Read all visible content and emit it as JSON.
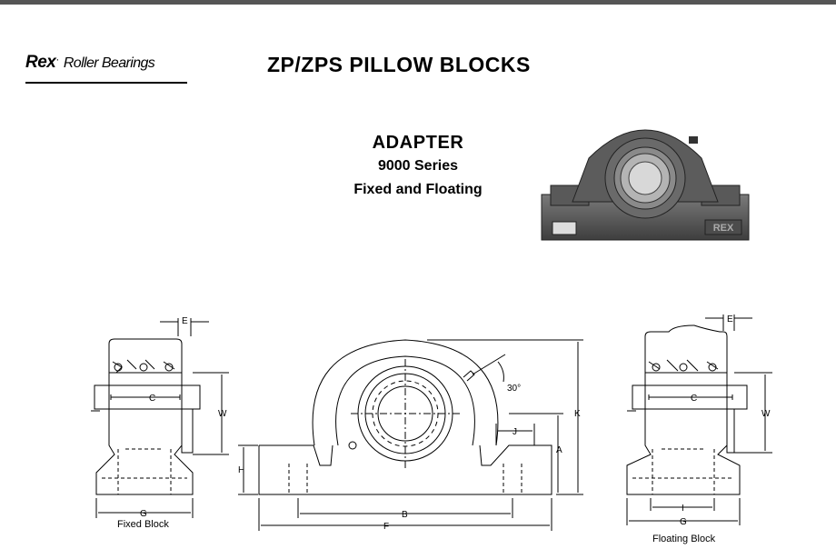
{
  "brand": {
    "rex": "Rex",
    "sub": "Roller Bearings"
  },
  "title": "ZP/ZPS PILLOW BLOCKS",
  "subtitle": {
    "line1": "ADAPTER",
    "line2": "9000 Series",
    "line3": "Fixed and Floating"
  },
  "photo_mark": "REX",
  "dimensions": {
    "E": "E",
    "C": "C",
    "W": "W",
    "G": "G",
    "H": "H",
    "B": "B",
    "F": "F",
    "A": "A",
    "J": "J",
    "K": "K",
    "I": "I",
    "angle": "30°"
  },
  "captions": {
    "fixed": "Fixed Block",
    "floating": "Floating Block"
  },
  "colors": {
    "line": "#000000",
    "housing": "#5f5f5f",
    "bar": "#555555"
  }
}
